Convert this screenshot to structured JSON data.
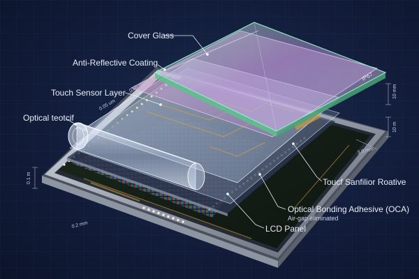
{
  "labels": {
    "cover_glass": "Cover Glass",
    "anti_reflective": "Anti-Reflective Coating",
    "touch_sensor": "Touch Sensor Layer",
    "optical_film": "Optical teotcif",
    "touch_sanfilior": "Toucf Sanfilior Roative",
    "oca": "Optical Bonding Adhesive (OCA)",
    "oca_note": "Air-gap eliminated",
    "lcd_panel": "LCD Panel"
  },
  "dimensions": {
    "d_005mm": "0.05 mm",
    "d_005um": "0.05 um",
    "d_10mm": "10 mm",
    "d_10m": "10 m",
    "d_30mm": "3.0 mm",
    "d_02mm": "0.2 mm",
    "d_01m": "0.1 m"
  },
  "glass_mark": "IP67",
  "colors": {
    "background": "#121d3b",
    "grid": "#2a3a63",
    "leader": "#e8edf7",
    "glass_edge": "#7ee0b9",
    "glass_tint": "#c98de0",
    "led": "#f4f1e4",
    "frame": "#b9bec8"
  }
}
